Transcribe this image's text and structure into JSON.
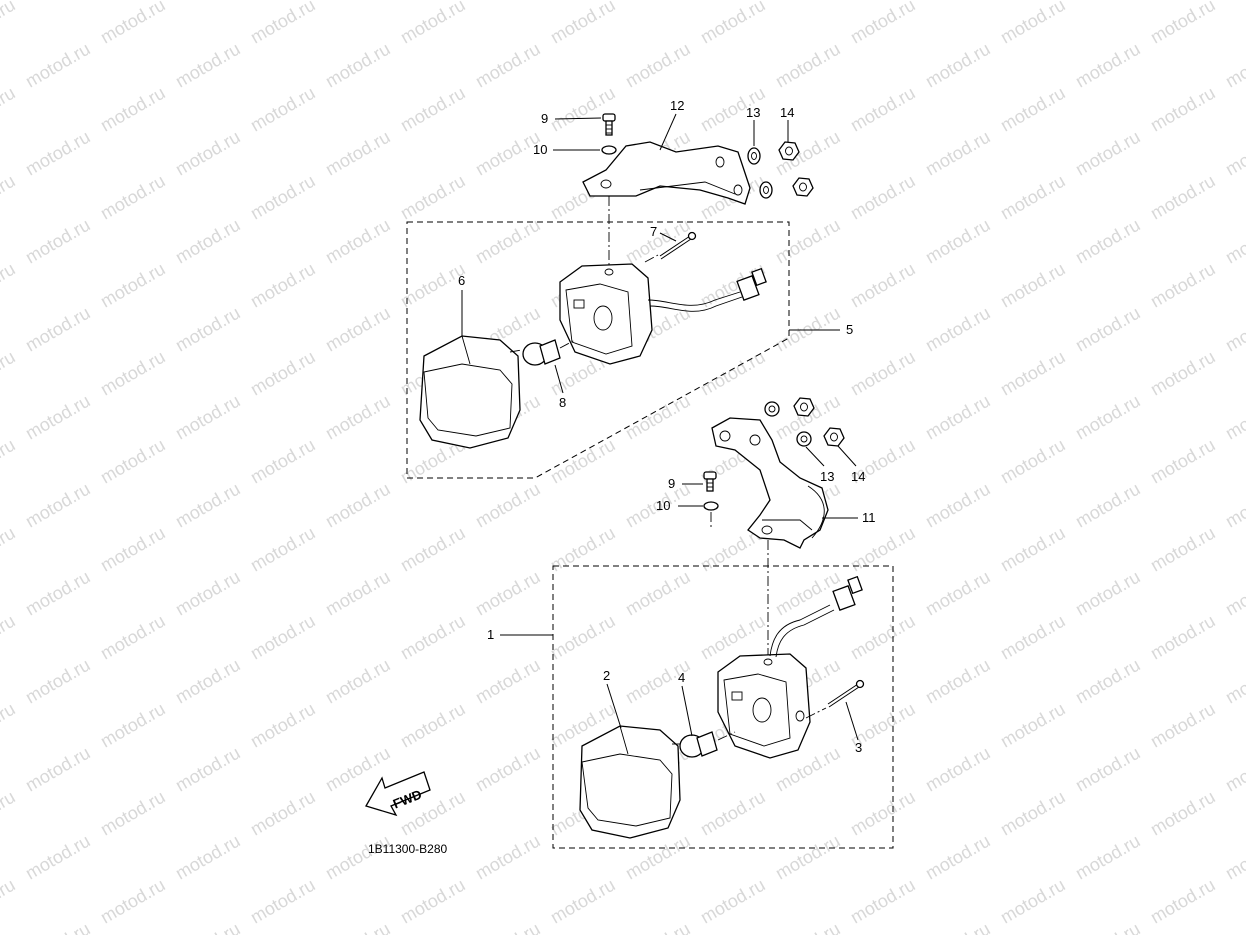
{
  "watermark": "motod.ru",
  "diagram_code": "1B11300-B280",
  "fwd_label": "FWD",
  "callouts": [
    {
      "id": "c9a",
      "text": "9"
    },
    {
      "id": "c10a",
      "text": "10"
    },
    {
      "id": "c12",
      "text": "12"
    },
    {
      "id": "c13a",
      "text": "13"
    },
    {
      "id": "c14a",
      "text": "14"
    },
    {
      "id": "c7",
      "text": "7"
    },
    {
      "id": "c6",
      "text": "6"
    },
    {
      "id": "c5",
      "text": "5"
    },
    {
      "id": "c8",
      "text": "8"
    },
    {
      "id": "c13b",
      "text": "13"
    },
    {
      "id": "c14b",
      "text": "14"
    },
    {
      "id": "c9b",
      "text": "9"
    },
    {
      "id": "c10b",
      "text": "10"
    },
    {
      "id": "c11",
      "text": "11"
    },
    {
      "id": "c1",
      "text": "1"
    },
    {
      "id": "c2",
      "text": "2"
    },
    {
      "id": "c4",
      "text": "4"
    },
    {
      "id": "c3",
      "text": "3"
    }
  ]
}
